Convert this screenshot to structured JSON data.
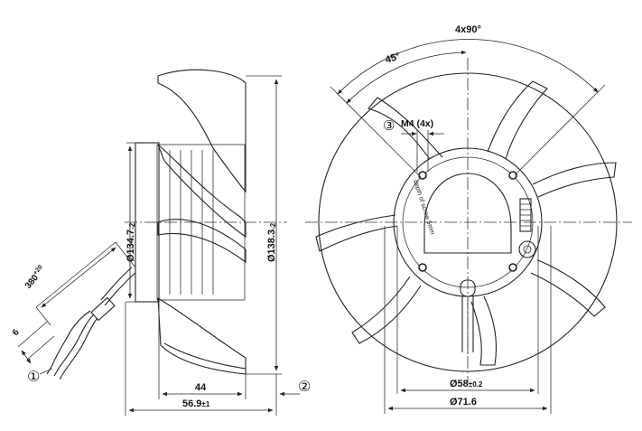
{
  "dimensions": {
    "angle_total": "4x90°",
    "angle_half": "45°",
    "thread": "M4 (4x)",
    "cable_length": "380",
    "cable_length_tol": "+20",
    "strip_length": "6",
    "depth_44": "44",
    "depth_total": "56.9",
    "depth_total_tol": "±1",
    "diameter_outer": "Ø138.3",
    "diameter_outer_tol": "-2",
    "diameter_inner": "Ø134.7",
    "diameter_inner_tol": "-2",
    "hub_diameter": "Ø58",
    "hub_diameter_tol": "±0.2",
    "bolt_circle": "Ø71.6"
  },
  "callouts": {
    "one": "①",
    "two": "②",
    "three": "③"
  },
  "hub_label": "depth of screw 5mm"
}
